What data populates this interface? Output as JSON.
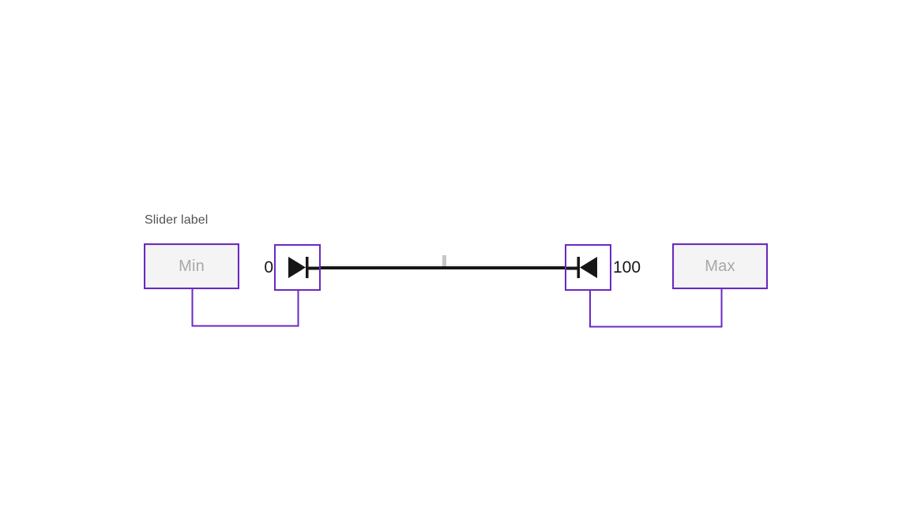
{
  "slider": {
    "label": "Slider label",
    "min_range_label": "0",
    "max_range_label": "100",
    "min_field_placeholder": "Min",
    "max_field_placeholder": "Max"
  },
  "icons": {
    "left_handle": "skip-forward-icon",
    "right_handle": "skip-backward-icon"
  },
  "colors": {
    "annotation_purple": "#6929c4",
    "ink_black": "#161616",
    "field_fill": "#f4f4f4",
    "placeholder_gray": "#a8a8a8",
    "label_gray": "#525252",
    "tick_gray": "#c6c6c6",
    "background": "#ffffff"
  }
}
